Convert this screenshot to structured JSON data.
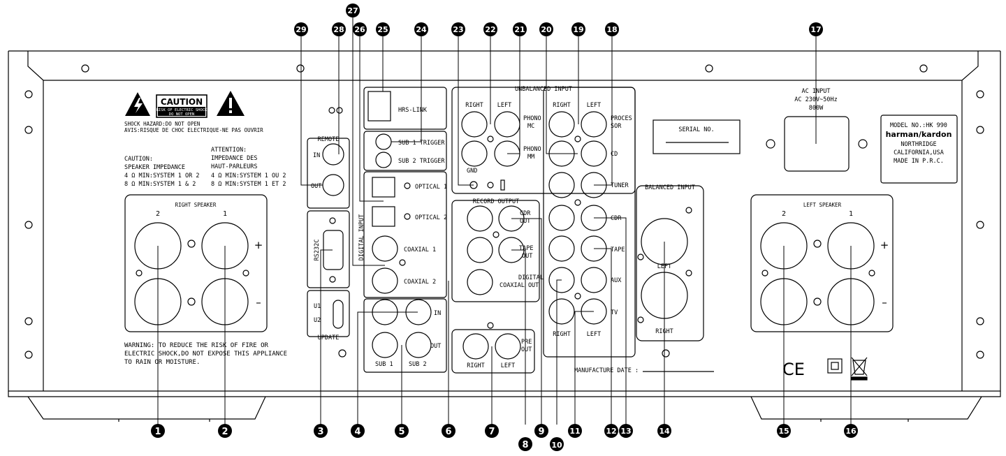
{
  "caution": {
    "label": "CAUTION",
    "line1": "RISK OF ELECTRIC SHOCK",
    "line2": "DO NOT OPEN",
    "shock_en": "SHOCK HAZARD:DO NOT OPEN",
    "shock_fr": "AVIS:RISQUE DE CHOC ELECTRIQUE-NE PAS OUVRIR",
    "imp_en_title": "CAUTION:",
    "imp_en_sub": "SPEAKER IMPEDANCE",
    "imp_en_1": "4  Ω  MIN:SYSTEM 1 OR 2",
    "imp_en_2": "8  Ω  MIN:SYSTEM 1 & 2",
    "imp_fr_title": "ATTENTION:",
    "imp_fr_sub1": "IMPEDANCE DES",
    "imp_fr_sub2": "HAUT-PARLEURS",
    "imp_fr_1": "4  Ω  MIN:SYSTEM 1 OU 2",
    "imp_fr_2": "8  Ω  MIN:SYSTEM 1 ET 2",
    "warning_1": "WARNING:  TO REDUCE THE RISK OF FIRE OR",
    "warning_2": "ELECTRIC SHOCK,DO NOT EXPOSE THIS APPLIANCE",
    "warning_3": "TO RAIN OR MOISTURE."
  },
  "speakers": {
    "right_title": "RIGHT SPEAKER",
    "left_title": "LEFT SPEAKER",
    "num_2": "2",
    "num_1": "1",
    "plus": "+",
    "minus": "–"
  },
  "remote": {
    "title": "REMOTE",
    "in": "IN",
    "out": "OUT"
  },
  "rs232": "RS232C",
  "update": {
    "title": "UPDATE",
    "u1": "U1",
    "u2": "U2"
  },
  "digital": {
    "title": "DIGITAL INPUT",
    "hrs": "HRS-LINK",
    "trig1": "SUB 1 TRIGGER",
    "trig2": "SUB 2 TRIGGER",
    "opt1": "OPTICAL 1",
    "opt2": "OPTICAL 2",
    "coax1": "COAXIAL 1",
    "coax2": "COAXIAL 2"
  },
  "sub": {
    "in": "IN",
    "out": "OUT",
    "sub1": "SUB 1",
    "sub2": "SUB 2"
  },
  "unbalanced": {
    "title": "UNBALANCED INPUT",
    "right": "RIGHT",
    "left": "LEFT",
    "phono_mc_1": "PHONO",
    "phono_mc_2": "MC",
    "phono_mm_1": "PHONO",
    "phono_mm_2": "MM",
    "gnd": "GND",
    "proc_1": "PROCES",
    "proc_2": "SOR",
    "cd": "CD",
    "tuner": "TUNER",
    "cdr": "CDR",
    "tape": "TAPE",
    "aux": "AUX",
    "tv": "TV",
    "bottom_right": "RIGHT",
    "bottom_left": "LEFT"
  },
  "record": {
    "title": "RECORD OUTPUT",
    "cdr_1": "CDR",
    "cdr_2": "OUT",
    "tape_1": "TAPE",
    "tape_2": "OUT",
    "dig_1": "DIGITAL",
    "dig_2": "COAXIAL OUT"
  },
  "preout": {
    "l1": "PRE",
    "l2": "OUT",
    "right": "RIGHT",
    "left": "LEFT"
  },
  "balanced": {
    "title": "BALANCED INPUT",
    "left": "LEFT",
    "right": "RIGHT"
  },
  "serial": "SERIAL NO.",
  "manufacture": "MANUFACTURE DATE :",
  "ac": {
    "l1": "AC INPUT",
    "l2": "AC 230V~50Hz",
    "l3": "800W"
  },
  "model": {
    "l1": "MODEL NO.:HK 990",
    "brand": "harman/kardon",
    "l3": "NORTHRIDGE",
    "l4": "CALIFORNIA,USA",
    "l5": "MADE IN P.R.C."
  },
  "ce": "CE",
  "callouts": [
    "1",
    "2",
    "3",
    "4",
    "5",
    "6",
    "7",
    "8",
    "9",
    "10",
    "11",
    "12",
    "13",
    "14",
    "15",
    "16",
    "17",
    "18",
    "19",
    "20",
    "21",
    "22",
    "23",
    "24",
    "25",
    "26",
    "27",
    "28",
    "29"
  ]
}
